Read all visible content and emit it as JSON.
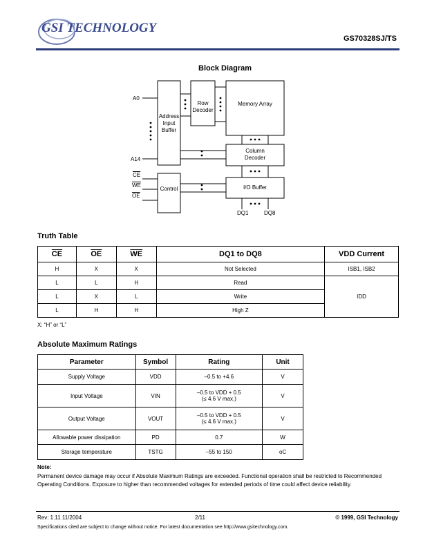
{
  "header": {
    "logo_text": "GSI TECHNOLOGY",
    "part_number": "GS70328SJ/TS"
  },
  "block_diagram": {
    "title": "Block Diagram",
    "pin_a0": "A0",
    "pin_a14": "A14",
    "pin_ce": "CE",
    "pin_we": "WE",
    "pin_oe": "OE",
    "address_input_buffer": [
      "Address",
      "Input",
      "Buffer"
    ],
    "row_decoder": [
      "Row",
      "Decoder"
    ],
    "memory_array": "Memory Array",
    "column_decoder": [
      "Column",
      "Decoder"
    ],
    "control": "Control",
    "io_buffer": "I/O Buffer",
    "dq1": "DQ1",
    "dq8": "DQ8"
  },
  "truth_table": {
    "title": "Truth Table",
    "headers": [
      "CE",
      "OE",
      "WE",
      "DQ1 to DQ8",
      "VDD Current"
    ],
    "rows": [
      [
        "H",
        "X",
        "X",
        "Not Selected",
        "ISB1, ISB2"
      ],
      [
        "L",
        "L",
        "H",
        "Read",
        ""
      ],
      [
        "L",
        "X",
        "L",
        "Write",
        "IDD"
      ],
      [
        "L",
        "H",
        "H",
        "High Z",
        ""
      ]
    ],
    "footnote": "X: “H” or “L”"
  },
  "abs_max": {
    "title": "Absolute Maximum Ratings",
    "headers": [
      "Parameter",
      "Symbol",
      "Rating",
      "Unit"
    ],
    "rows": [
      {
        "parameter": "Supply Voltage",
        "symbol": "VDD",
        "rating1": "–0.5 to +4.6",
        "rating2": "",
        "unit": "V"
      },
      {
        "parameter": "Input Voltage",
        "symbol": "VIN",
        "rating1": "–0.5 to VDD + 0.5",
        "rating2": "(≤ 4.6 V max.)",
        "unit": "V"
      },
      {
        "parameter": "Output Voltage",
        "symbol": "VOUT",
        "rating1": "–0.5 to VDD + 0.5",
        "rating2": "(≤ 4.6 V max.)",
        "unit": "V"
      },
      {
        "parameter": "Allowable power dissipation",
        "symbol": "PD",
        "rating1": "0.7",
        "rating2": "",
        "unit": "W"
      },
      {
        "parameter": "Storage temperature",
        "symbol": "TSTG",
        "rating1": "–55 to 150",
        "rating2": "",
        "unit": "oC"
      }
    ]
  },
  "note": {
    "title": "Note:",
    "line1": "Permanent device damage may occur if Absolute Maximum Ratings are exceeded. Functional operation shall be restricted to Recommended",
    "line2": "Operating Conditions. Exposure to higher than recommended voltages for extended periods of time could affect device reliability."
  },
  "footer": {
    "rev": "Rev:  1.11  11/2004",
    "page": "2/11",
    "copyright": "© 1999, GSI Technology",
    "disclaimer": "Specifications cited are subject to change without notice. For latest documentation see http://www.gsitechnology.com."
  },
  "colors": {
    "brand": "#2b3a7a"
  }
}
